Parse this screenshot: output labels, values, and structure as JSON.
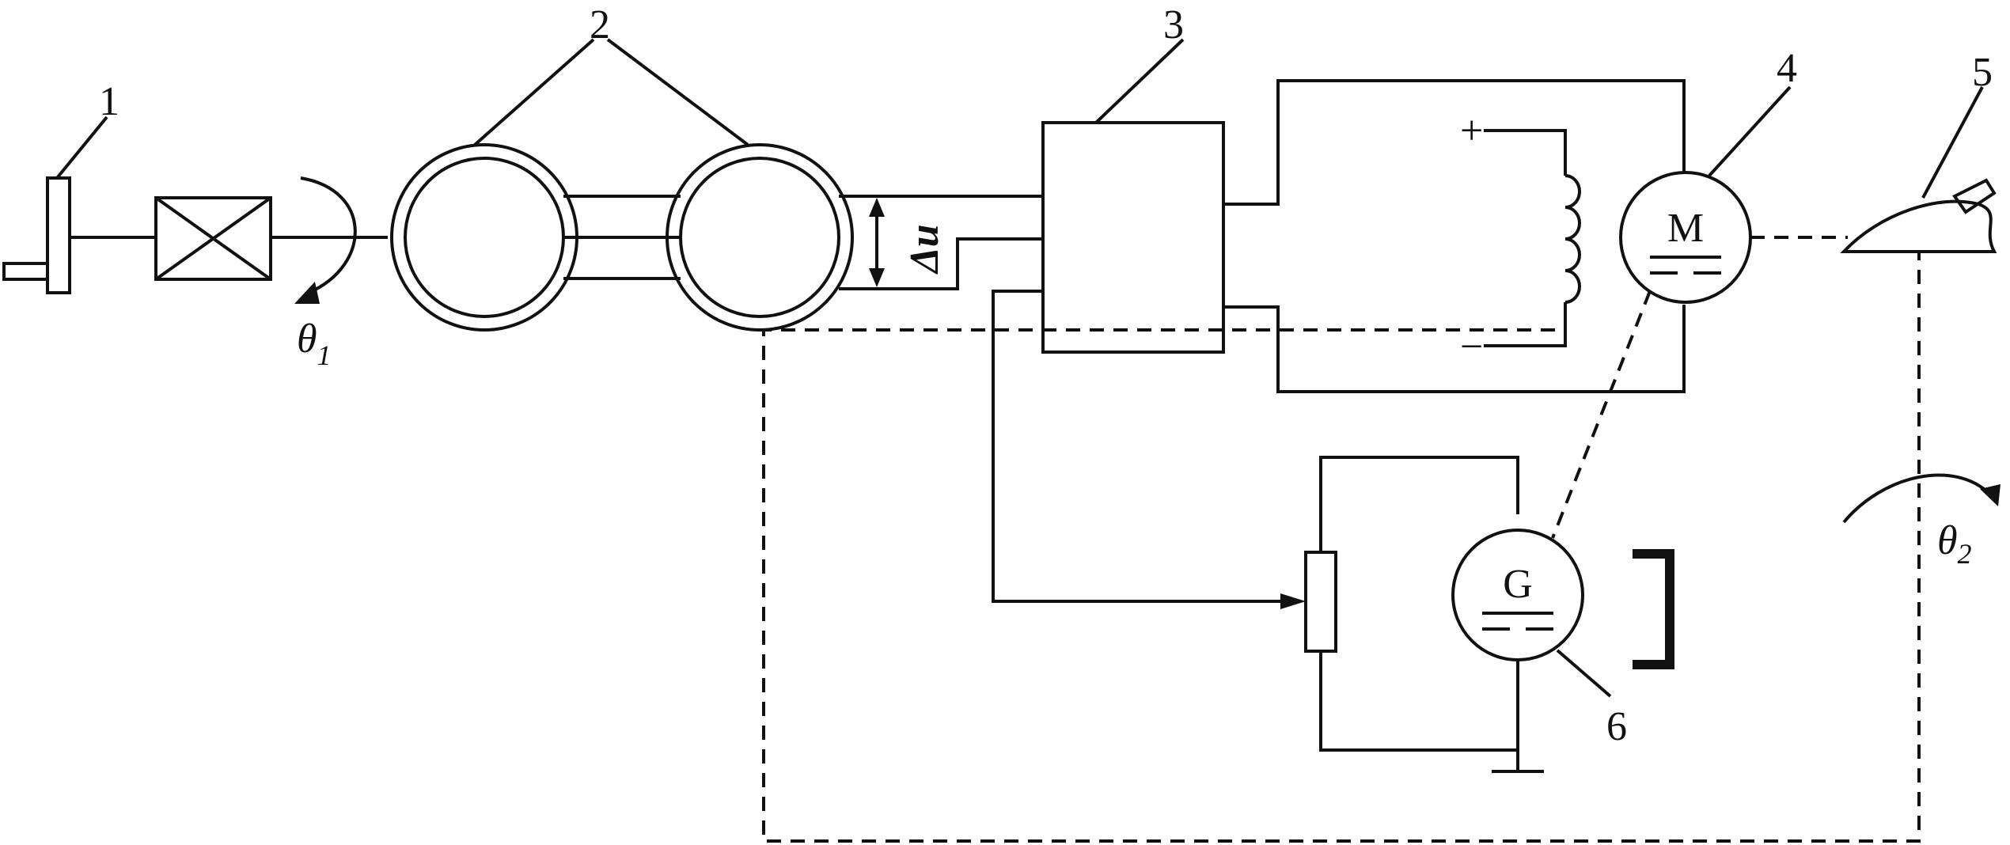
{
  "labels": {
    "handwheel": "1",
    "synchros": "2",
    "amplifier": "3",
    "motor_callout": "4",
    "load": "5",
    "generator_callout": "6",
    "motor": "M",
    "generator": "G",
    "delta_u": "Δu",
    "theta1": "θ",
    "theta1_sub": "1",
    "theta2": "θ",
    "theta2_sub": "2",
    "plus": "+",
    "minus": "−"
  }
}
